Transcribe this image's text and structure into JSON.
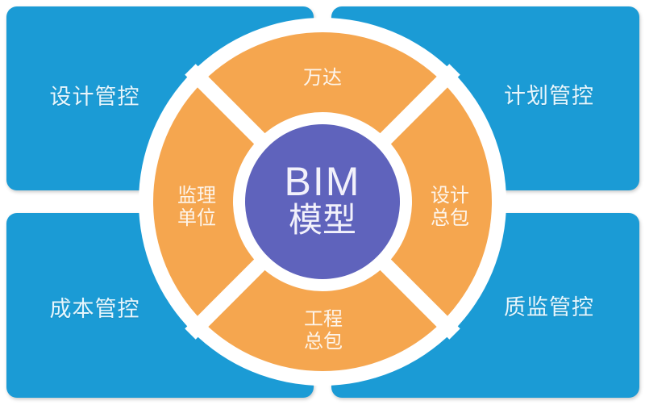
{
  "colors": {
    "panel_blue": "#1b9bd5",
    "ring_orange": "#f5a64f",
    "center_purple": "#5f63bc",
    "divider_white": "#ffffff"
  },
  "panels": [
    {
      "id": "top-left",
      "label": "设计管控"
    },
    {
      "id": "top-right",
      "label": "计划管控"
    },
    {
      "id": "bottom-left",
      "label": "成本管控"
    },
    {
      "id": "bottom-right",
      "label": "质监管控"
    }
  ],
  "wheel": {
    "center": {
      "line1": "BIM",
      "line2": "模型"
    },
    "segments": {
      "top": {
        "label": "万达"
      },
      "right": {
        "line1": "设计",
        "line2": "总包"
      },
      "bottom": {
        "line1": "工程",
        "line2": "总包"
      },
      "left": {
        "line1": "监理",
        "line2": "单位"
      }
    }
  }
}
